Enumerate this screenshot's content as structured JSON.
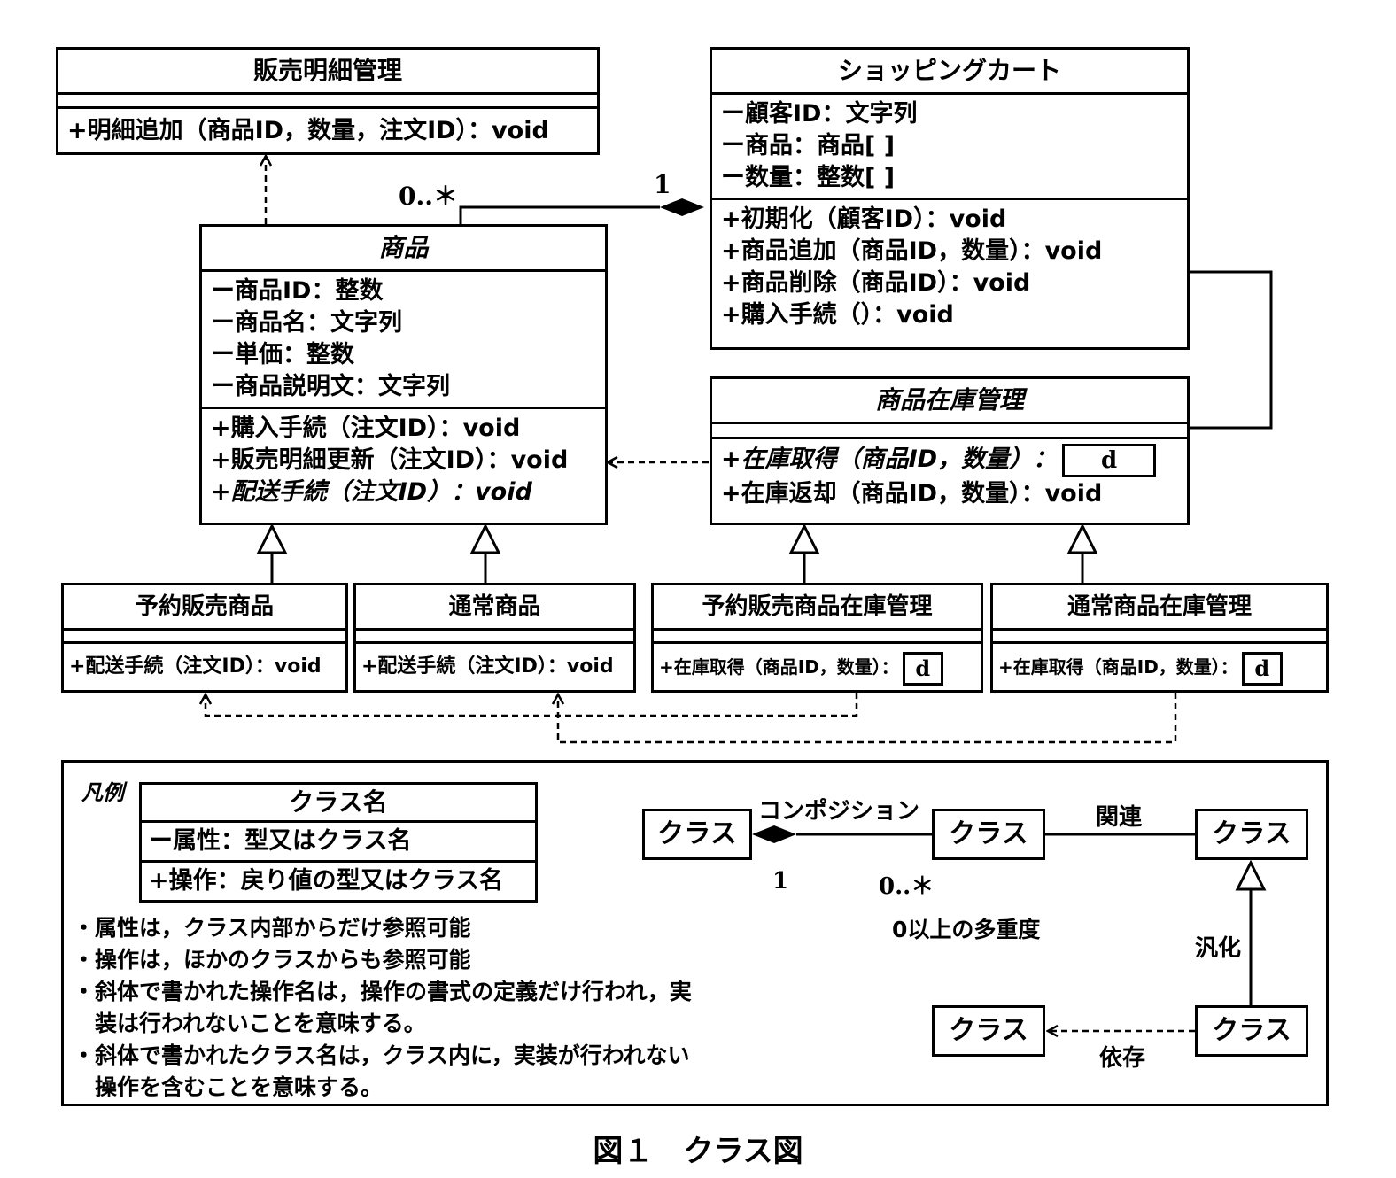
{
  "classes": {
    "hanbai": {
      "name": "販売明細管理",
      "ops": [
        "+明細追加（商品ID，数量，注文ID）：void"
      ]
    },
    "cart": {
      "name": "ショッピングカート",
      "attrs": [
        "ー顧客ID：文字列",
        "ー商品：商品[ ]",
        "ー数量：整数[ ]"
      ],
      "ops": [
        "+初期化（顧客ID）：void",
        "+商品追加（商品ID，数量）：void",
        "+商品削除（商品ID）：void",
        "+購入手続（）：void"
      ]
    },
    "shohin": {
      "name": "商品",
      "attrs": [
        "ー商品ID：整数",
        "ー商品名：文字列",
        "ー単価：整数",
        "ー商品説明文：文字列"
      ],
      "ops": [
        "+購入手続（注文ID）：void",
        "+販売明細更新（注文ID）：void",
        "+配送手続（注文ID）：void"
      ]
    },
    "zaiko": {
      "name": "商品在庫管理",
      "op1": "+在庫取得（商品ID，数量）：",
      "op2": "+在庫返却（商品ID，数量）：void"
    },
    "yoyaku": {
      "name": "予約販売商品",
      "ops": [
        "+配送手続（注文ID）：void"
      ]
    },
    "tsujo": {
      "name": "通常商品",
      "ops": [
        "+配送手続（注文ID）：void"
      ]
    },
    "yoyaku_zaiko": {
      "name": "予約販売商品在庫管理",
      "op": "+在庫取得（商品ID，数量）："
    },
    "tsujo_zaiko": {
      "name": "通常商品在庫管理",
      "op": "+在庫取得（商品ID，数量）："
    }
  },
  "placeholder": "d",
  "multiplicity": {
    "cart_side": "1",
    "shohin_side": "0..＊"
  },
  "legend": {
    "title": "凡例",
    "class_name": "クラス名",
    "attr": "ー属性：型又はクラス名",
    "op": "+操作：戻り値の型又はクラス名",
    "notes": [
      "・属性は，クラス内部からだけ参照可能",
      "・操作は，ほかのクラスからも参照可能",
      "・斜体で書かれた操作名は，操作の書式の定義だけ行われ，実",
      "　装は行われないことを意味する。",
      "・斜体で書かれたクラス名は，クラス内に，実装が行われない",
      "　操作を含むことを意味する。"
    ],
    "box_label": "クラス",
    "composition": "コンポジション",
    "association": "関連",
    "mult_one": "1",
    "mult_many": "0..＊",
    "mult_note": "0以上の多重度",
    "generalization": "汎化",
    "dependency": "依存"
  },
  "caption": "図１　クラス図"
}
